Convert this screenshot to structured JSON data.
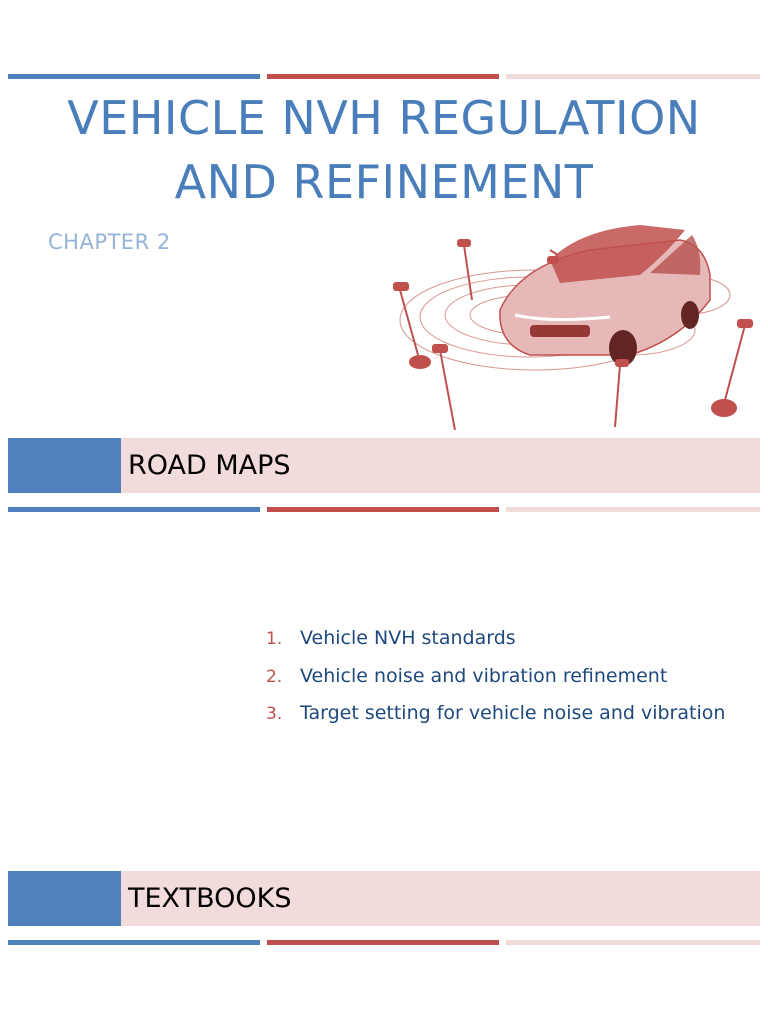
{
  "slide": {
    "title_line1": "VEHICLE NVH REGULATION",
    "title_line2": "AND REFINEMENT",
    "subtitle": "CHAPTER 2"
  },
  "colors": {
    "title": "#4a7ebb",
    "subtitle": "#95b3d7",
    "accent_blue": "#4f81bd",
    "accent_red": "#c0504d",
    "accent_pink": "#f2dcdb",
    "list_text": "#1f497d"
  },
  "figure": {
    "icon": "car-with-sound-wave-microphones-icon"
  },
  "sections": {
    "road_maps": {
      "label": "ROAD MAPS"
    },
    "textbooks": {
      "label": "TEXTBOOKS"
    }
  },
  "road_map_items": [
    {
      "number": "1.",
      "text": "Vehicle NVH standards"
    },
    {
      "number": "2.",
      "text": "Vehicle noise and vibration refinement"
    },
    {
      "number": "3.",
      "text": "Target setting for vehicle noise and vibration"
    }
  ]
}
